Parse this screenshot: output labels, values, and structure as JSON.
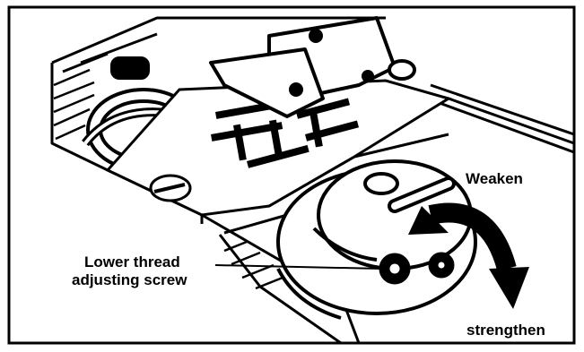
{
  "labels": {
    "weaken": "Weaken",
    "strengthen": "strengthen",
    "lower_thread_line1": "Lower thread",
    "lower_thread_line2": "adjusting screw"
  },
  "colors": {
    "ink": "#000000",
    "paper": "#ffffff"
  }
}
